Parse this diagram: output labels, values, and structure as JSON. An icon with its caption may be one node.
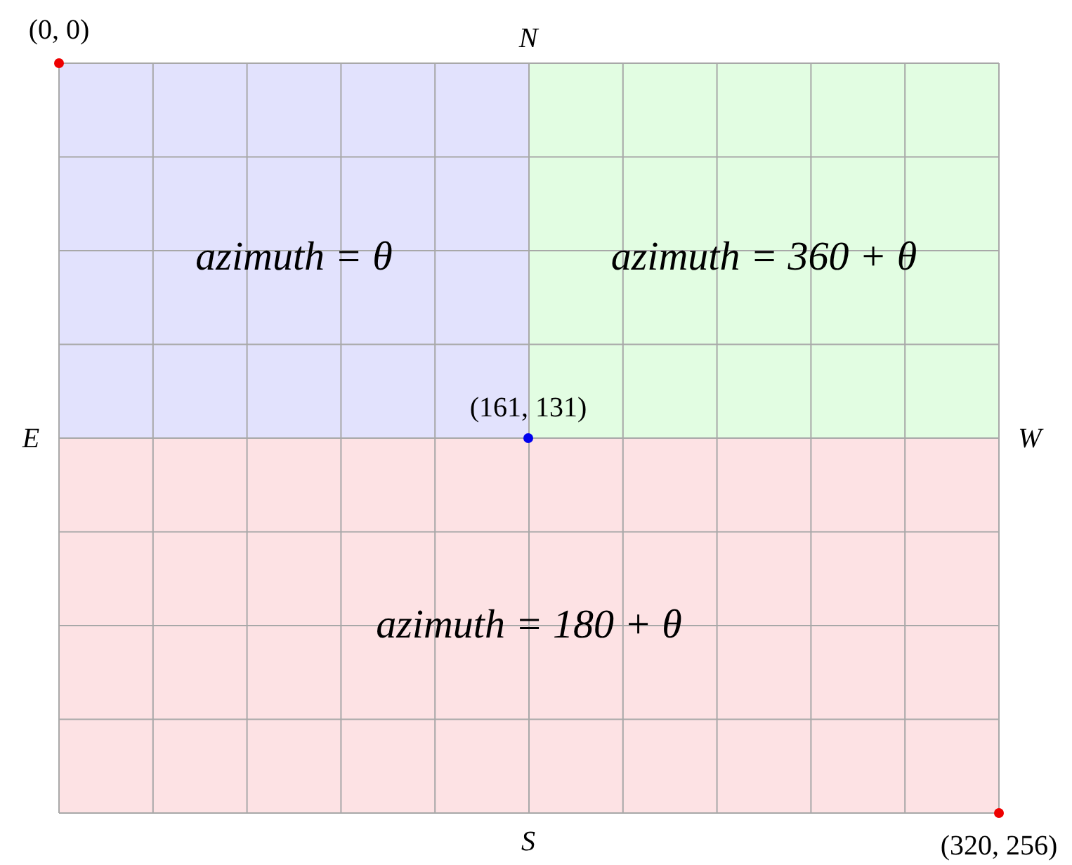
{
  "diagram": {
    "nodes": [
      {
        "text": [
          "azimuth = θ"
        ]
      },
      {
        "text": [
          "azimuth = 360 + θ"
        ]
      },
      {
        "text": [
          "azimuth = 180 + θ"
        ]
      }
    ],
    "labels": [
      "(0, 0)",
      "N",
      "(161, 131)",
      "E",
      "W",
      "S",
      "(320, 256)"
    ]
  }
}
